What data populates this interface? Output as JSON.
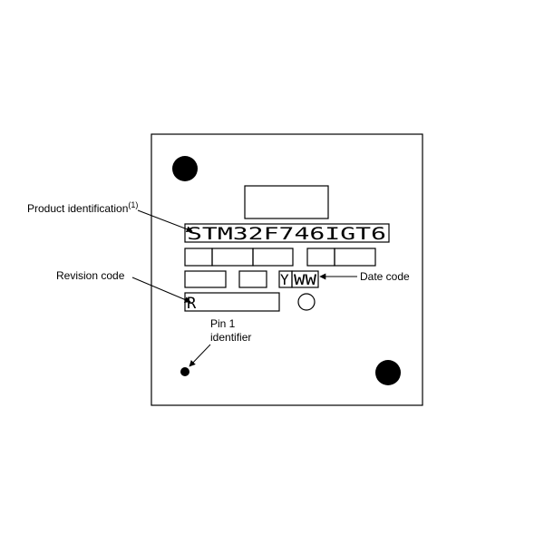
{
  "package": {
    "product_identification_marking": "STM32F746IGT6",
    "year_marking": "Y",
    "week_marking": "WW",
    "revision_marking": "R"
  },
  "labels": {
    "product_identification": "Product identification",
    "product_identification_note": "(1)",
    "revision_code": "Revision code",
    "date_code": "Date code",
    "pin1_line1": "Pin 1",
    "pin1_line2": "identifier"
  }
}
